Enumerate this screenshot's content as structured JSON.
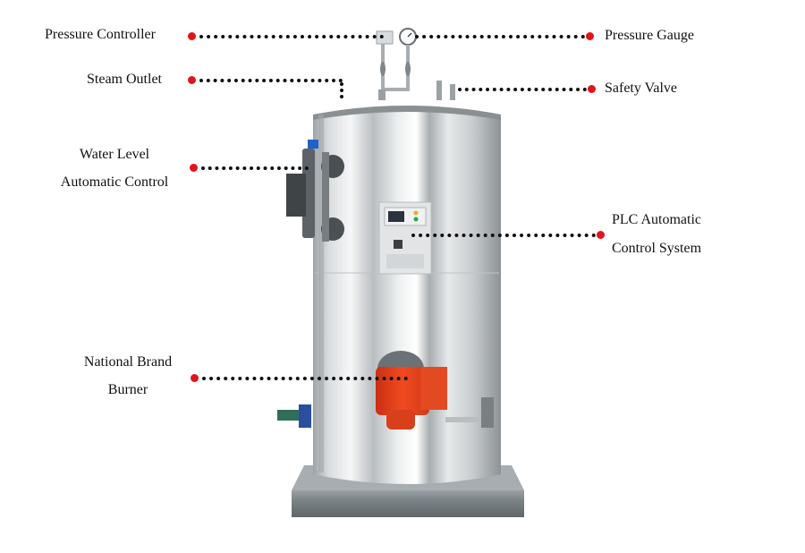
{
  "diagram": {
    "subject": "Vertical steam boiler",
    "callouts": [
      {
        "id": "pressure-controller",
        "label": "Pressure Controller",
        "side": "left"
      },
      {
        "id": "steam-outlet",
        "label": "Steam Outlet",
        "side": "left"
      },
      {
        "id": "water-level",
        "label_line1": "Water Level",
        "label_line2": "Automatic Control",
        "side": "left"
      },
      {
        "id": "burner",
        "label_line1": "National Brand",
        "label_line2": "Burner",
        "side": "left"
      },
      {
        "id": "pressure-gauge",
        "label": "Pressure Gauge",
        "side": "right"
      },
      {
        "id": "safety-valve",
        "label": "Safety Valve",
        "side": "right"
      },
      {
        "id": "plc",
        "label_line1": "PLC Automatic",
        "label_line2": "Control System",
        "side": "right"
      }
    ],
    "colors": {
      "marker": "#e3131b",
      "leader": "#111111",
      "steel_light": "#e6e8ea",
      "steel_dark": "#8e9396",
      "burner": "#e8401c",
      "base": "#6f767b"
    }
  }
}
